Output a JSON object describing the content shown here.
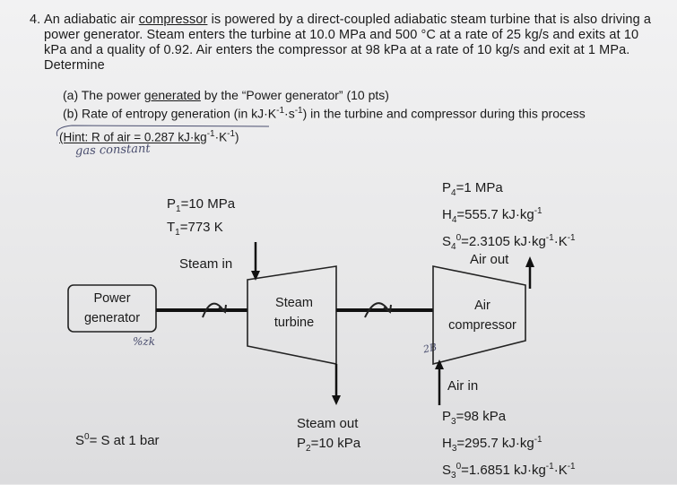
{
  "problem": {
    "number": "4.",
    "text_part1": "An adiabatic air ",
    "text_underlined": "compressor",
    "text_part2": " is powered by a direct-coupled adiabatic steam turbine that is also driving a power generator. Steam enters the turbine at 10.0 MPa and 500 °C at a rate of 25 kg/s and exits at 10 kPa and a quality of 0.92. Air enters the compressor at 98 kPa at a rate of 10 kg/s and exit at 1 MPa. Determine"
  },
  "parts": {
    "a_prefix": "(a) The power ",
    "a_underlined": "generated",
    "a_suffix": " by the “Power generator” (10 pts)",
    "b_prefix": "(b) Rate of entropy generation (in kJ·K",
    "b_suffix": ") in the turbine and compressor during this process"
  },
  "hint": {
    "prefix": "(Hint: R of air = 0.287 kJ·kg"
  },
  "handwriting": {
    "note1": "gas constant",
    "note2": "%zk",
    "note3": "2B"
  },
  "states": {
    "s1": {
      "P": "10 MPa",
      "T": "773 K"
    },
    "s2": {
      "P": "10 kPa"
    },
    "s3": {
      "P": "98 kPa",
      "H": "295.7 kJ·kg",
      "S": "1.6851 kJ·kg"
    },
    "s4": {
      "P": "1 MPa",
      "H": "555.7 kJ·kg",
      "S": "2.3105 kJ·kg"
    }
  },
  "diagram": {
    "steam_in": "Steam in",
    "steam_out": "Steam out",
    "air_out": "Air out",
    "air_in": "Air in",
    "generator_line1": "Power",
    "generator_line2": "generator",
    "turbine_line1": "Steam",
    "turbine_line2": "turbine",
    "compressor_line1": "Air",
    "compressor_line2": "compressor"
  },
  "notes": {
    "reference_tail": "= S at 1 bar"
  }
}
